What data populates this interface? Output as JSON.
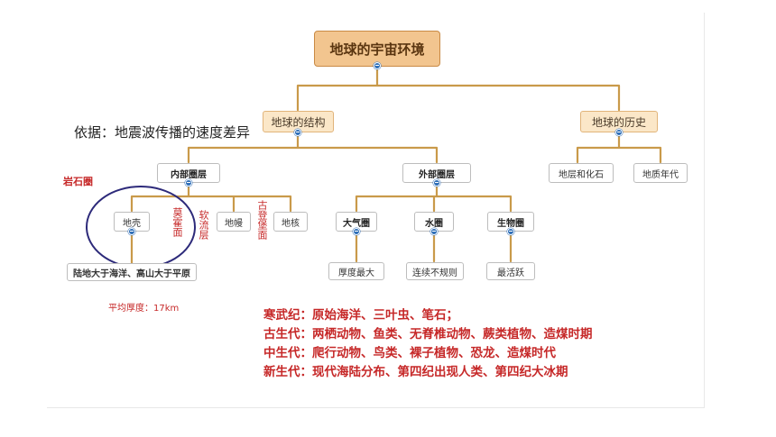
{
  "root": "地球的宇宙环境",
  "branches": {
    "structure": "地球的结构",
    "history": "地球的历史"
  },
  "structure": {
    "inner": "内部圈层",
    "outer": "外部圈层",
    "crust": "地壳",
    "mantle": "地幔",
    "core": "地核",
    "crust_note": "陆地大于海洋、高山大于平原",
    "atmosphere": "大气圈",
    "hydrosphere": "水圈",
    "biosphere": "生物圈",
    "atmosphere_note": "厚度最大",
    "hydrosphere_note": "连续不规则",
    "biosphere_note": "最活跃"
  },
  "history": {
    "strata": "地层和化石",
    "eras": "地质年代"
  },
  "annotations": {
    "basis": "依据：地震波传播的速度差异",
    "lithosphere": "岩石圈",
    "moho": "莫霍面",
    "asthenosphere": "软流层",
    "gutenberg": "古登堡面",
    "avg_thickness": "平均厚度：17km"
  },
  "eras": [
    "寒武纪：原始海洋、三叶虫、笔石；",
    "古生代：两栖动物、鱼类、无脊椎动物、蕨类植物、造煤时期",
    "中生代：爬行动物、鸟类、裸子植物、恐龙、造煤时代",
    "新生代：现代海陆分布、第四纪出现人类、第四纪大冰期"
  ],
  "colors": {
    "connector": "#c99a4a",
    "annotation_red": "#c62828",
    "circle": "#2d2a7a",
    "toggle": "#2f6fb8"
  }
}
